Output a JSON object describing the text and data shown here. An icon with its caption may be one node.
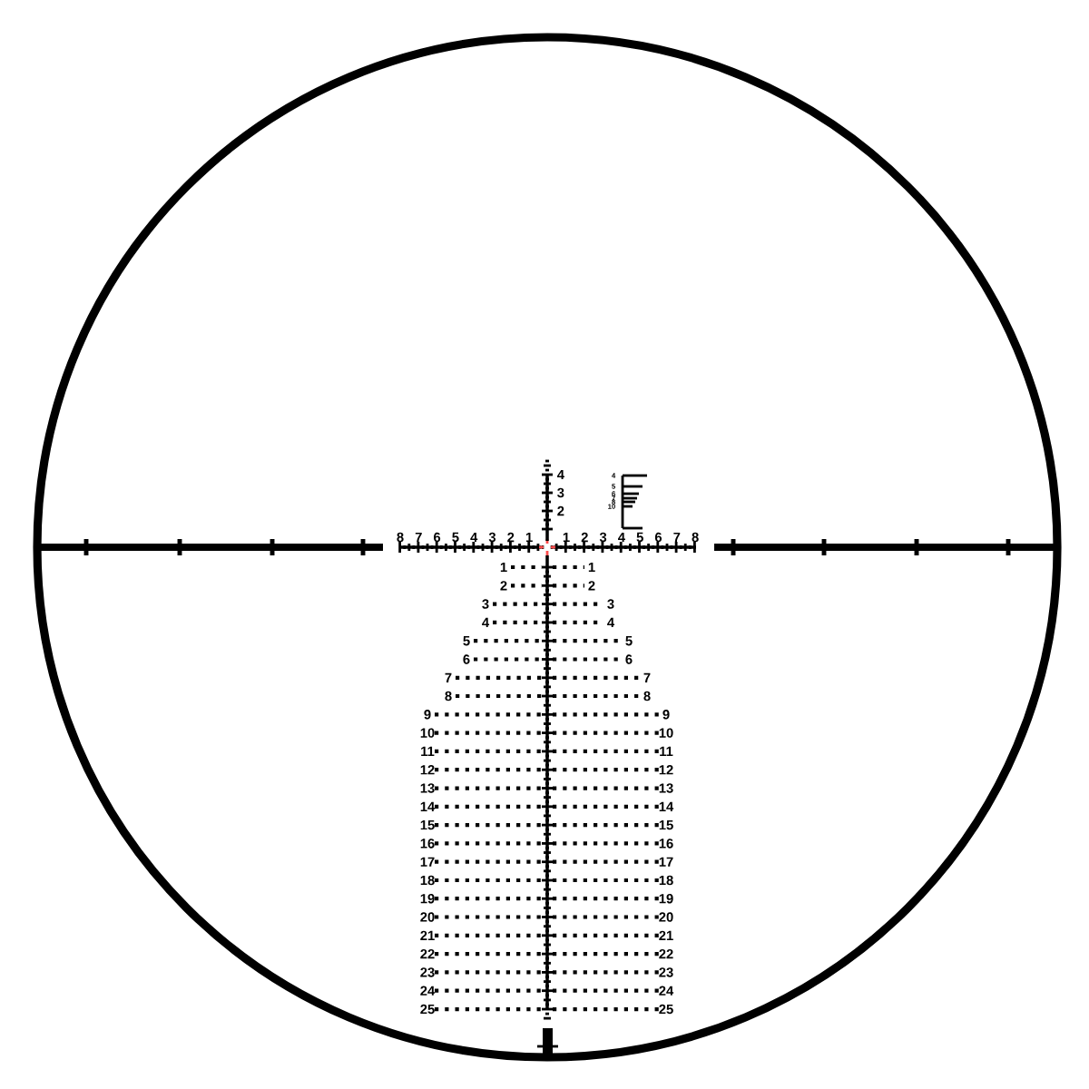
{
  "diagram": {
    "labels": [
      "4",
      "3",
      "2",
      "4",
      "5",
      "6",
      "7",
      "8",
      "10",
      "8",
      "7",
      "6",
      "5",
      "4",
      "3",
      "2",
      "1",
      "1",
      "2",
      "3",
      "4",
      "5",
      "6",
      "7",
      "8",
      "1",
      "1",
      "2",
      "2",
      "3",
      "3",
      "4",
      "4",
      "5",
      "5",
      "6",
      "6",
      "7",
      "7",
      "8",
      "8",
      "9",
      "9",
      "10",
      "10",
      "11",
      "11",
      "12",
      "12",
      "13",
      "13",
      "14",
      "14",
      "15",
      "15",
      "16",
      "16",
      "17",
      "17",
      "18",
      "18",
      "19",
      "19",
      "20",
      "20",
      "21",
      "21",
      "22",
      "22",
      "23",
      "23",
      "24",
      "24",
      "25",
      "25"
    ]
  }
}
